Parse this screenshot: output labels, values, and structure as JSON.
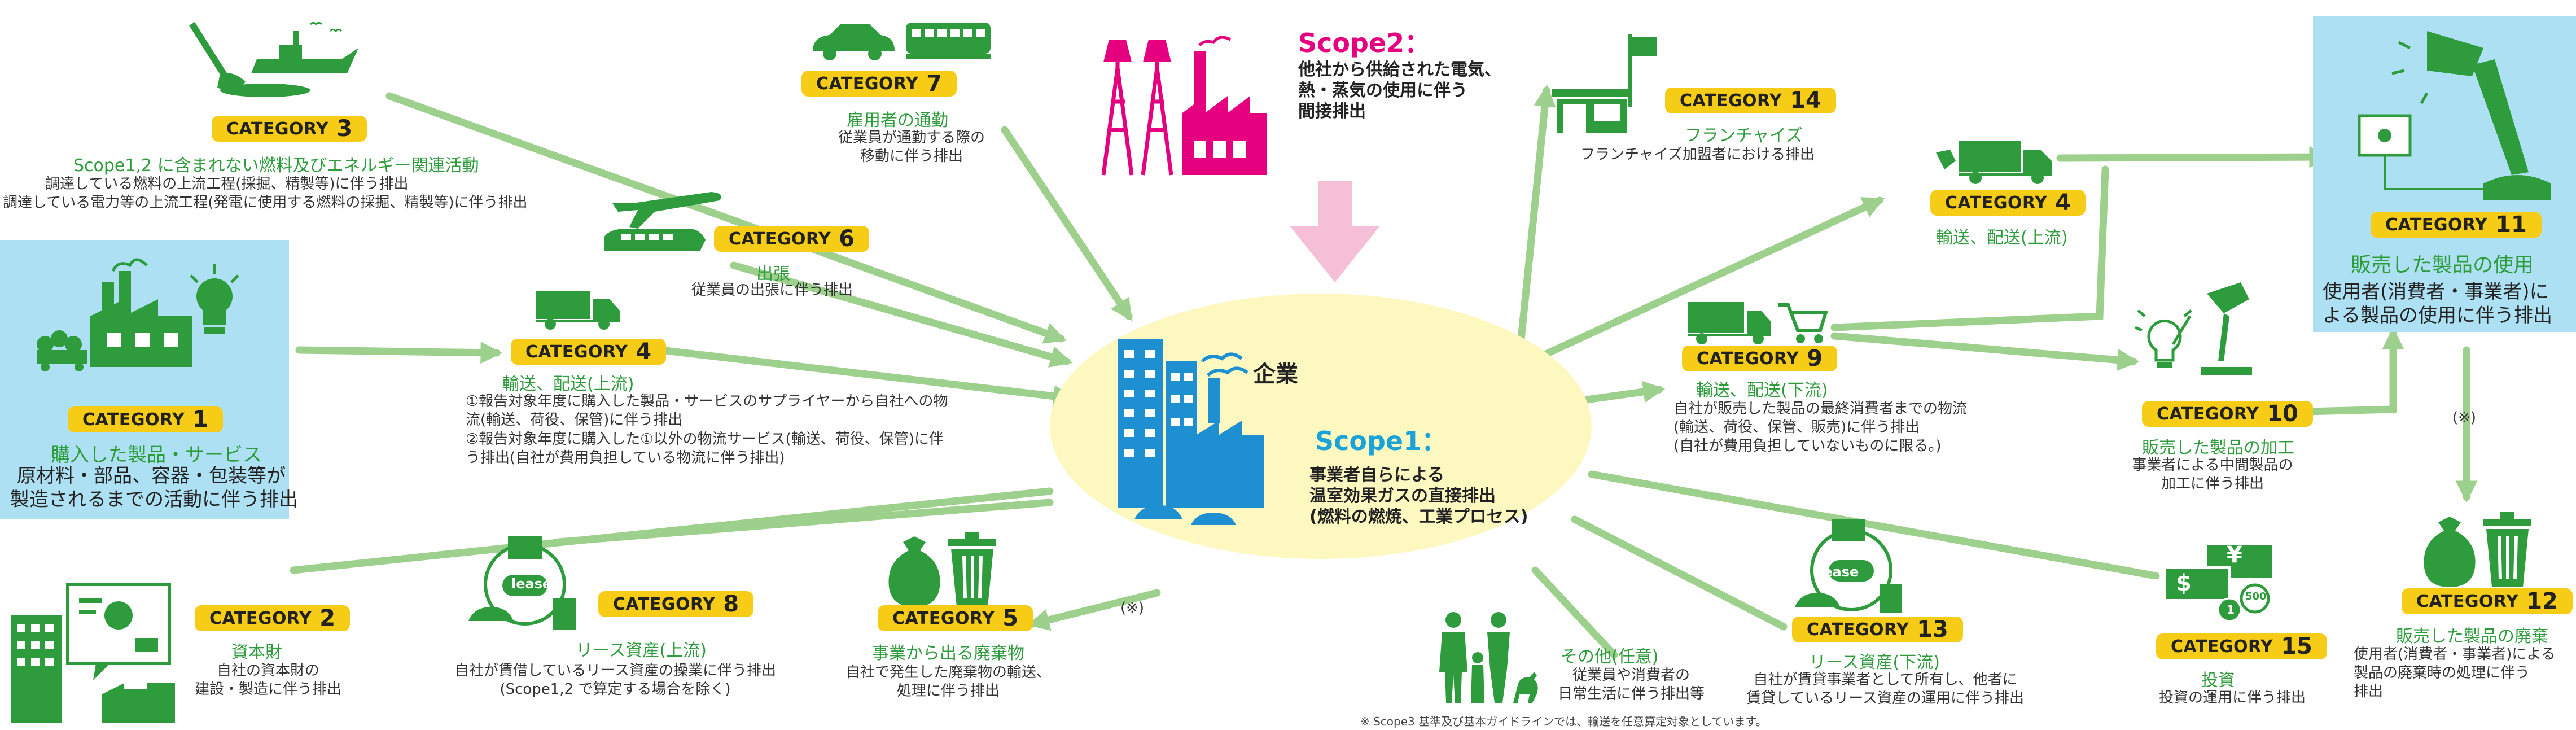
{
  "colors": {
    "green": "#2e9c3c",
    "arrow": "#9dd08c",
    "badge": "#f7cc17",
    "box": "#aee0f3",
    "ellipse": "#fdf7c0",
    "scope2": "#e4007f",
    "scope1": "#1aa3d9",
    "buildingBlue": "#1e8fd0",
    "pinkArrow": "#f6bfd8"
  },
  "center": {
    "name": "企業"
  },
  "scope1": {
    "head": "Scope1：",
    "lines": [
      "事業者自らによる",
      "温室効果ガスの直接排出",
      "(燃料の燃焼、工業プロセス)"
    ]
  },
  "scope2": {
    "head": "Scope2：",
    "lines": [
      "他社から供給された電気、",
      "熱・蒸気の使用に伴う",
      "間接排出"
    ]
  },
  "cat_label": "CATEGORY",
  "categories": {
    "c1": {
      "num": "1",
      "title": "購入した製品・サービス",
      "lines": [
        "原材料・部品、容器・包装等が",
        "製造されるまでの活動に伴う排出"
      ]
    },
    "c2": {
      "num": "2",
      "title": "資本財",
      "lines": [
        "自社の資本財の",
        "建設・製造に伴う排出"
      ]
    },
    "c3": {
      "num": "3",
      "title": "Scope1,2 に含まれない燃料及びエネルギー関連活動",
      "lines": [
        "調達している燃料の上流工程(採掘、精製等)に伴う排出",
        "調達している電力等の上流工程(発電に使用する燃料の採掘、精製等)に伴う排出"
      ]
    },
    "c4u": {
      "num": "4",
      "title": "輸送、配送(上流)",
      "lines": [
        "①報告対象年度に購入した製品・サービスのサプライヤーから自社への物流(輸送、荷役、保管)に伴う排出",
        "②報告対象年度に購入した①以外の物流サービス(輸送、荷役、保管)に伴う排出(自社が費用負担している物流に伴う排出)"
      ]
    },
    "c5": {
      "num": "5",
      "title": "事業から出る廃棄物",
      "lines": [
        "自社で発生した廃棄物の輸送、",
        "処理に伴う排出"
      ]
    },
    "c6": {
      "num": "6",
      "title": "出張",
      "lines": [
        "従業員の出張に伴う排出"
      ]
    },
    "c7": {
      "num": "7",
      "title": "雇用者の通勤",
      "lines": [
        "従業員が通勤する際の",
        "移動に伴う排出"
      ]
    },
    "c8": {
      "num": "8",
      "title": "リース資産(上流)",
      "lines": [
        "自社が賃借しているリース資産の操業に伴う排出",
        "(Scope1,2 で算定する場合を除く)"
      ]
    },
    "c9": {
      "num": "9",
      "title": "輸送、配送(下流)",
      "lines": [
        "自社が販売した製品の最終消費者までの物流",
        "(輸送、荷役、保管、販売)に伴う排出",
        "(自社が費用負担していないものに限る。)"
      ]
    },
    "c4d": {
      "num": "4",
      "title": "輸送、配送(上流)"
    },
    "c10": {
      "num": "10",
      "title": "販売した製品の加工",
      "lines": [
        "事業者による中間製品の",
        "加工に伴う排出"
      ]
    },
    "c11": {
      "num": "11",
      "title": "販売した製品の使用",
      "lines": [
        "使用者(消費者・事業者)に",
        "よる製品の使用に伴う排出"
      ]
    },
    "c12": {
      "num": "12",
      "title": "販売した製品の廃棄",
      "lines": [
        "使用者(消費者・事業者)による",
        "製品の廃棄時の処理に伴う",
        "排出"
      ]
    },
    "c13": {
      "num": "13",
      "title": "リース資産(下流)",
      "lines": [
        "自社が賃貸事業者として所有し、他者に",
        "賃貸しているリース資産の運用に伴う排出"
      ]
    },
    "c14": {
      "num": "14",
      "title": "フランチャイズ",
      "lines": [
        "フランチャイズ加盟者における排出"
      ]
    },
    "c15": {
      "num": "15",
      "title": "投資",
      "lines": [
        "投資の運用に伴う排出"
      ]
    }
  },
  "other": {
    "title": "その他(任意)",
    "lines": [
      "従業員や消費者の",
      "日常生活に伴う排出等"
    ]
  },
  "asterisk": "(※)",
  "footnote": "※ Scope3 基準及び基本ガイドラインでは、輸送を任意算定対象としています。",
  "lease_label": "lease",
  "price_labels": {
    "dollar": "$",
    "yen": "¥",
    "coin": "500",
    "one": "1"
  }
}
